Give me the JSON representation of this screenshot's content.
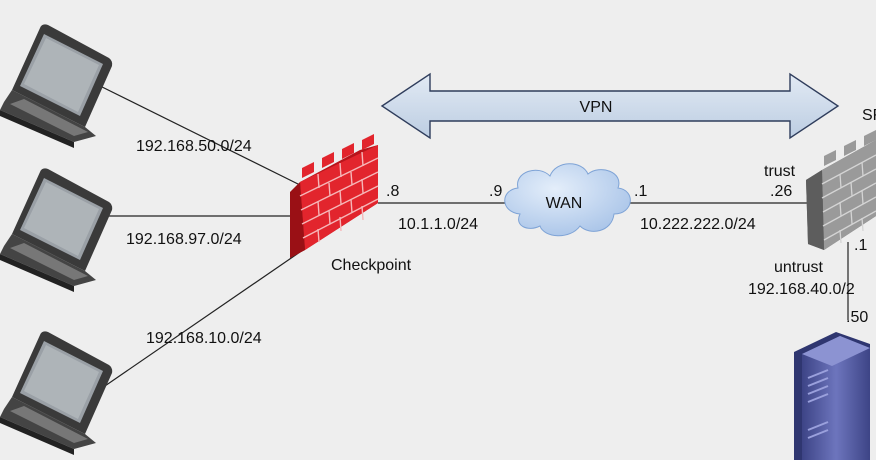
{
  "diagram": {
    "vpn_label": "VPN",
    "wan_label": "WAN",
    "checkpoint": {
      "name": "Checkpoint",
      "left_ip_suffix": ".8"
    },
    "srx": {
      "name_partial": "SR",
      "trust_label": "trust",
      "trust_ip_suffix": ".26",
      "untrust_label": "untrust",
      "untrust_ip_suffix": ".1",
      "untrust_subnet": "192.168.40.0/2",
      "server_ip_suffix": ".50"
    },
    "links": {
      "checkpoint_wan_subnet": "10.1.1.0/24",
      "wan_left_ip_suffix": ".9",
      "wan_right_ip_suffix": ".1",
      "wan_srx_subnet": "10.222.222.0/24"
    },
    "lan_subnets": [
      "192.168.50.0/24",
      "192.168.97.0/24",
      "192.168.10.0/24"
    ]
  },
  "colors": {
    "background": "#eeeeee",
    "checkpoint_firewall": "#dd1f26",
    "srx_firewall": "#8c8c8c",
    "cloud": "#bcd3ef",
    "vpn_arrow": "#cfdcec",
    "server": "#5b63a8"
  },
  "icons": [
    "laptop-icon",
    "firewall-icon",
    "cloud-icon",
    "double-arrow-icon",
    "server-icon"
  ]
}
